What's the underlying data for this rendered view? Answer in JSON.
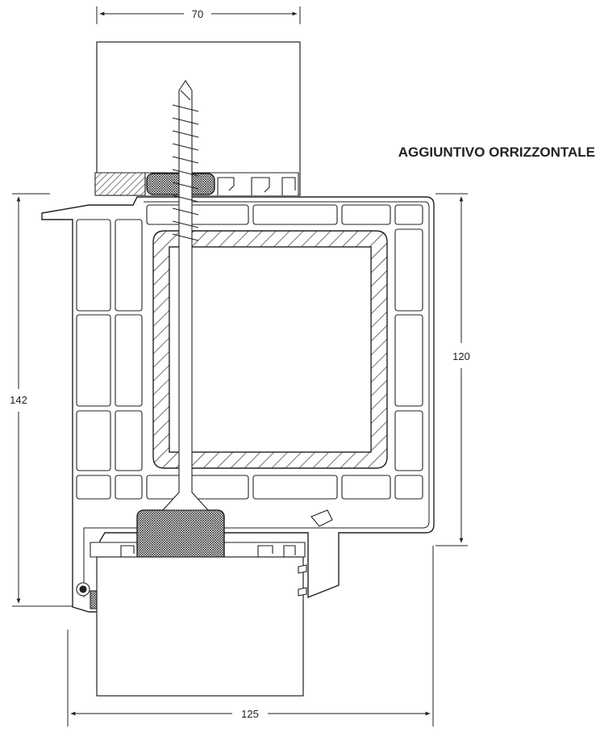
{
  "title": "AGGIUNTIVO ORRIZZONTALE",
  "dimensions": {
    "top_width": "70",
    "bottom_width": "125",
    "left_height": "142",
    "right_height": "120"
  },
  "colors": {
    "line": "#222222",
    "background": "#ffffff"
  }
}
